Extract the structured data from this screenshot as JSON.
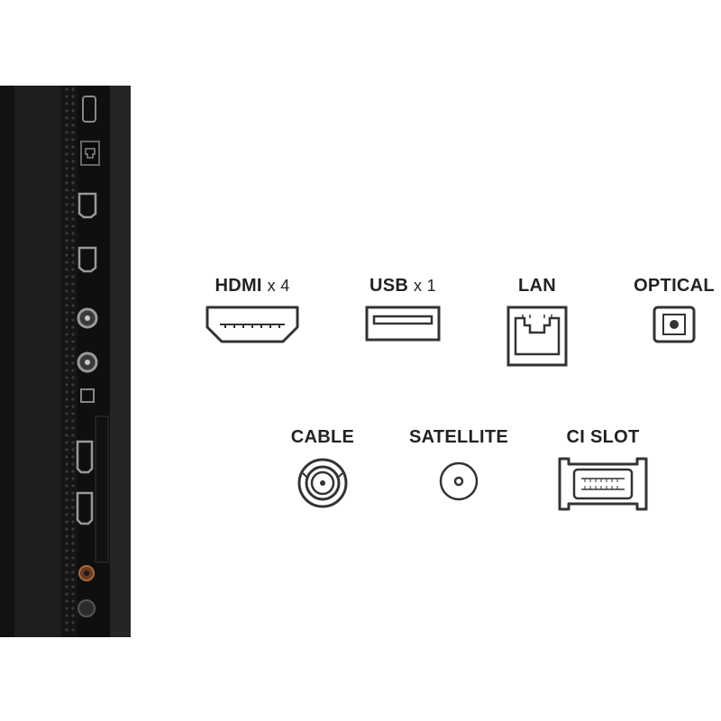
{
  "colors": {
    "background": "#ffffff",
    "tv_body": "#1b1b1b",
    "icon_stroke": "#333333",
    "label_text": "#222222"
  },
  "connectors_row1": [
    {
      "name": "HDMI",
      "count_text": "x 4",
      "icon": "hdmi-port-icon"
    },
    {
      "name": "USB",
      "count_text": "x 1",
      "icon": "usb-port-icon"
    },
    {
      "name": "LAN",
      "count_text": "",
      "icon": "lan-port-icon"
    },
    {
      "name": "OPTICAL",
      "count_text": "",
      "icon": "optical-port-icon"
    }
  ],
  "connectors_row2": [
    {
      "name": "CABLE",
      "count_text": "",
      "icon": "cable-port-icon"
    },
    {
      "name": "SATELLITE",
      "count_text": "",
      "icon": "satellite-port-icon"
    },
    {
      "name": "CI SLOT",
      "count_text": "",
      "icon": "ci-slot-icon"
    }
  ]
}
